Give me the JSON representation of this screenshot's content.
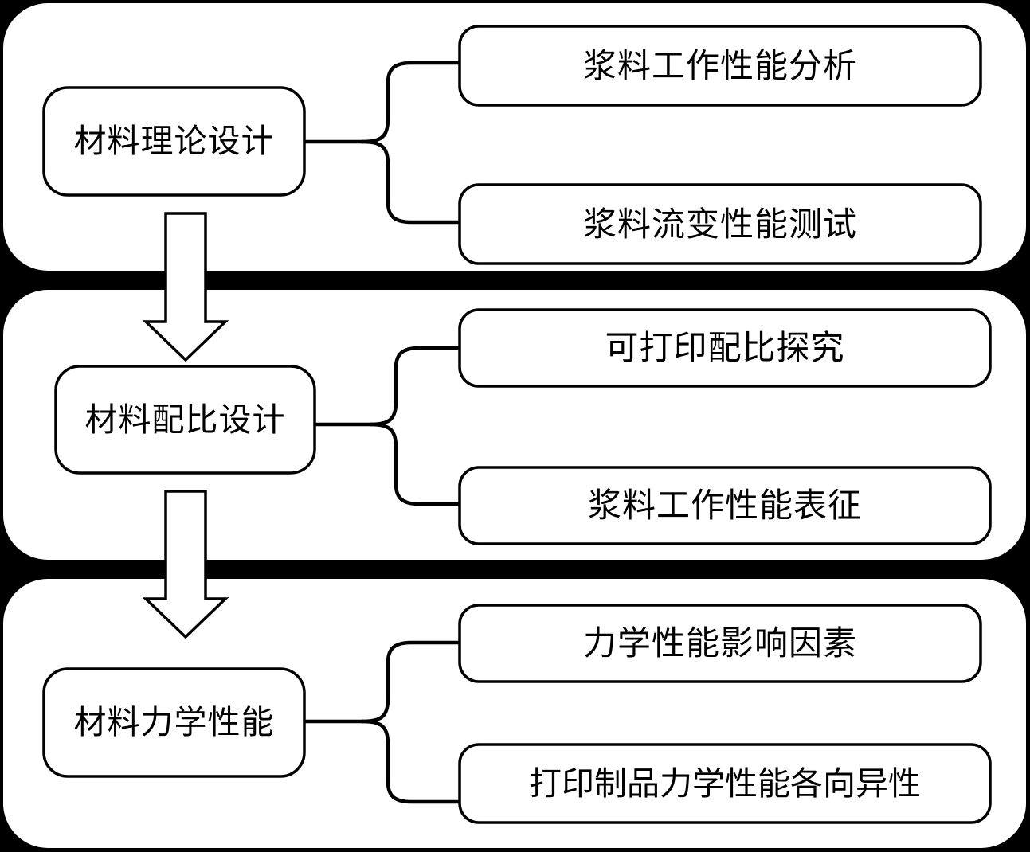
{
  "diagram": {
    "type": "flowchart",
    "orientation": "top-to-bottom",
    "background_color": "#000000",
    "panel_color": "#ffffff",
    "stroke_color": "#000000",
    "stages": [
      {
        "id": "stage-1",
        "root": {
          "label": "材料理论设计"
        },
        "branches": [
          {
            "label": "浆料工作性能分析"
          },
          {
            "label": "浆料流变性能测试"
          }
        ],
        "connector": "brace",
        "flows_to": "stage-2"
      },
      {
        "id": "stage-2",
        "root": {
          "label": "材料配比设计"
        },
        "branches": [
          {
            "label": "可打印配比探究"
          },
          {
            "label": "浆料工作性能表征"
          }
        ],
        "connector": "brace",
        "flows_to": "stage-3"
      },
      {
        "id": "stage-3",
        "root": {
          "label": "材料力学性能"
        },
        "branches": [
          {
            "label": "力学性能影响因素"
          },
          {
            "label": "打印制品力学性能各向异性"
          }
        ],
        "connector": "brace",
        "flows_to": null
      }
    ],
    "arrows": [
      {
        "id": "arrow-1-2",
        "from": "stage-1",
        "to": "stage-2",
        "direction": "down",
        "style": "block-outline"
      },
      {
        "id": "arrow-2-3",
        "from": "stage-2",
        "to": "stage-3",
        "direction": "down",
        "style": "block-outline"
      }
    ]
  }
}
